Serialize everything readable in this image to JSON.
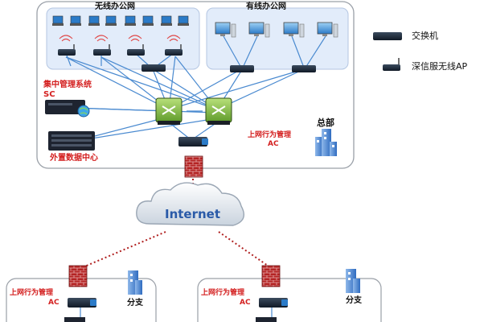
{
  "title_wireless": "无线办公网",
  "title_wired": "有线办公网",
  "hq": {
    "sc_label_line1": "集中管理系统",
    "sc_label_line2": "SC",
    "dc_label": "外置数据中心",
    "ac_label_line1": "上网行为管理",
    "ac_label_line2": "AC",
    "hq_label": "总部"
  },
  "internet": "Internet",
  "branches": [
    {
      "ac_label_line1": "上网行为管理",
      "ac_label_line2": "AC",
      "branch_label": "分支"
    },
    {
      "ac_label_line1": "上网行为管理",
      "ac_label_line2": "AC",
      "branch_label": "分支"
    }
  ],
  "legend": {
    "switch_label": "交换机",
    "ap_label": "深信服无线AP"
  },
  "colors": {
    "link_blue": "#4a8ad0",
    "wan_red": "#b02020",
    "panel_bg": "#e2ecfa",
    "label_red": "#d42020"
  }
}
